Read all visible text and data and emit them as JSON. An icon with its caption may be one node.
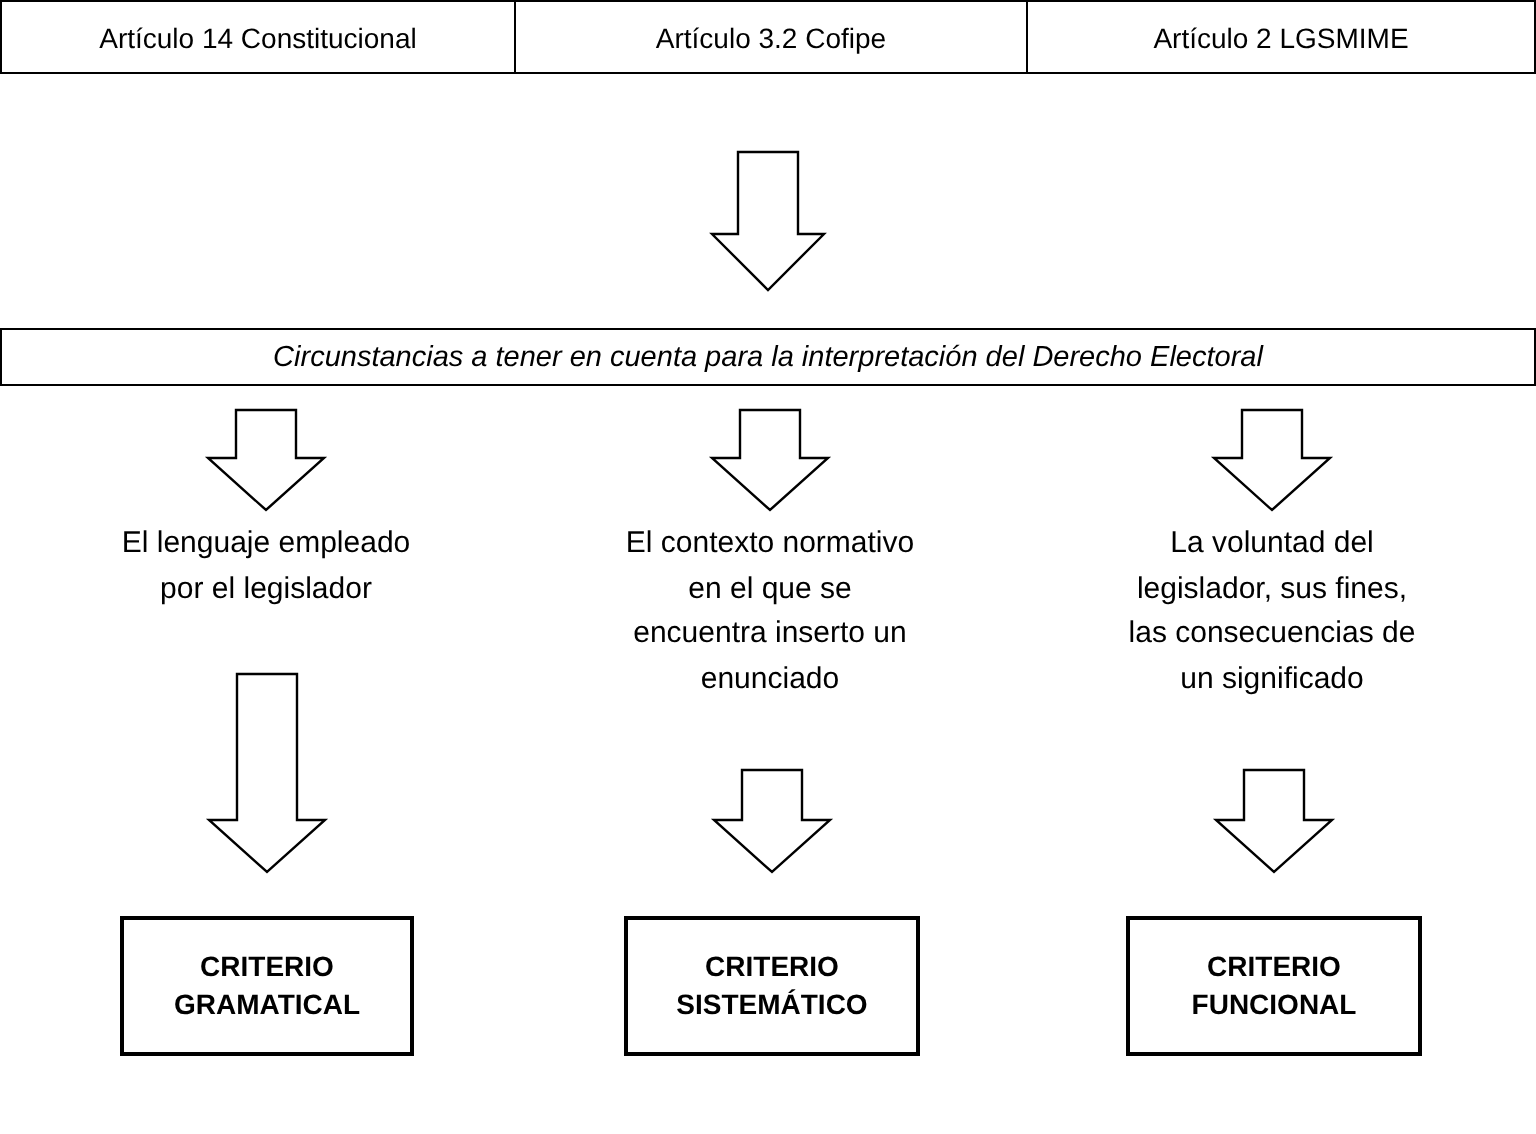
{
  "diagram": {
    "nodes": [
      {
        "text": [],
        "shape": "box"
      },
      {
        "text": [
          "Artículo 14 Constitucional"
        ],
        "in": 0
      },
      {
        "text": [
          "Artículo 3.2 Cofipe"
        ],
        "in": 0
      },
      {
        "text": [
          "Artículo 2 LGSMIME"
        ],
        "in": 0
      },
      {
        "text": [
          "Circunstancias a tener en cuenta para la interpretación del Derecho Electoral"
        ]
      },
      {
        "text": [
          "El lenguaje empleado por el legislador"
        ]
      },
      {
        "text": [
          "El contexto normativo en el que se encuentra inserto un enunciado"
        ]
      },
      {
        "text": [
          "La voluntad del legislador, sus fines, las consecuencias de un significado"
        ]
      },
      {
        "text": [
          "CRITERIO GRAMATICAL"
        ]
      },
      {
        "text": [
          "CRITERIO SISTEMÁTICO"
        ]
      },
      {
        "text": [
          "CRITERIO FUNCIONAL"
        ]
      }
    ],
    "edges": [
      {
        "from": 0,
        "to": 4,
        "arrow": "to"
      },
      {
        "from": 4,
        "to": 5,
        "arrow": "to"
      },
      {
        "from": 4,
        "to": 6,
        "arrow": "to"
      },
      {
        "from": 4,
        "to": 7,
        "arrow": "to"
      },
      {
        "from": 5,
        "to": 8,
        "arrow": "to"
      },
      {
        "from": 6,
        "to": 9,
        "arrow": "to"
      },
      {
        "from": 7,
        "to": 10,
        "arrow": "to"
      }
    ]
  }
}
